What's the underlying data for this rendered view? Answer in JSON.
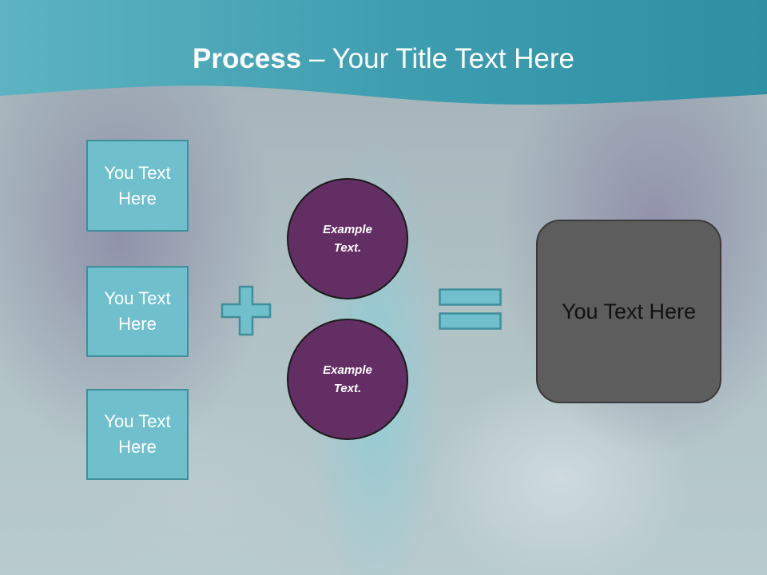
{
  "slide": {
    "title_bold": "Process",
    "title_rest": " – Your Title Text Here",
    "left_boxes": [
      {
        "label": "You Text Here"
      },
      {
        "label": "You Text Here"
      },
      {
        "label": "You Text Here"
      }
    ],
    "circles": [
      {
        "label": "Example Text."
      },
      {
        "label": "Example Text."
      }
    ],
    "result_box": {
      "label": "You Text Here"
    },
    "operators": {
      "plus": "plus-icon",
      "equals": "equals-icon"
    }
  },
  "colors": {
    "header": "#3a9db0",
    "box_fill": "#6fc0cc",
    "circle_fill": "#622e63",
    "result_fill": "#5d5d5d"
  }
}
